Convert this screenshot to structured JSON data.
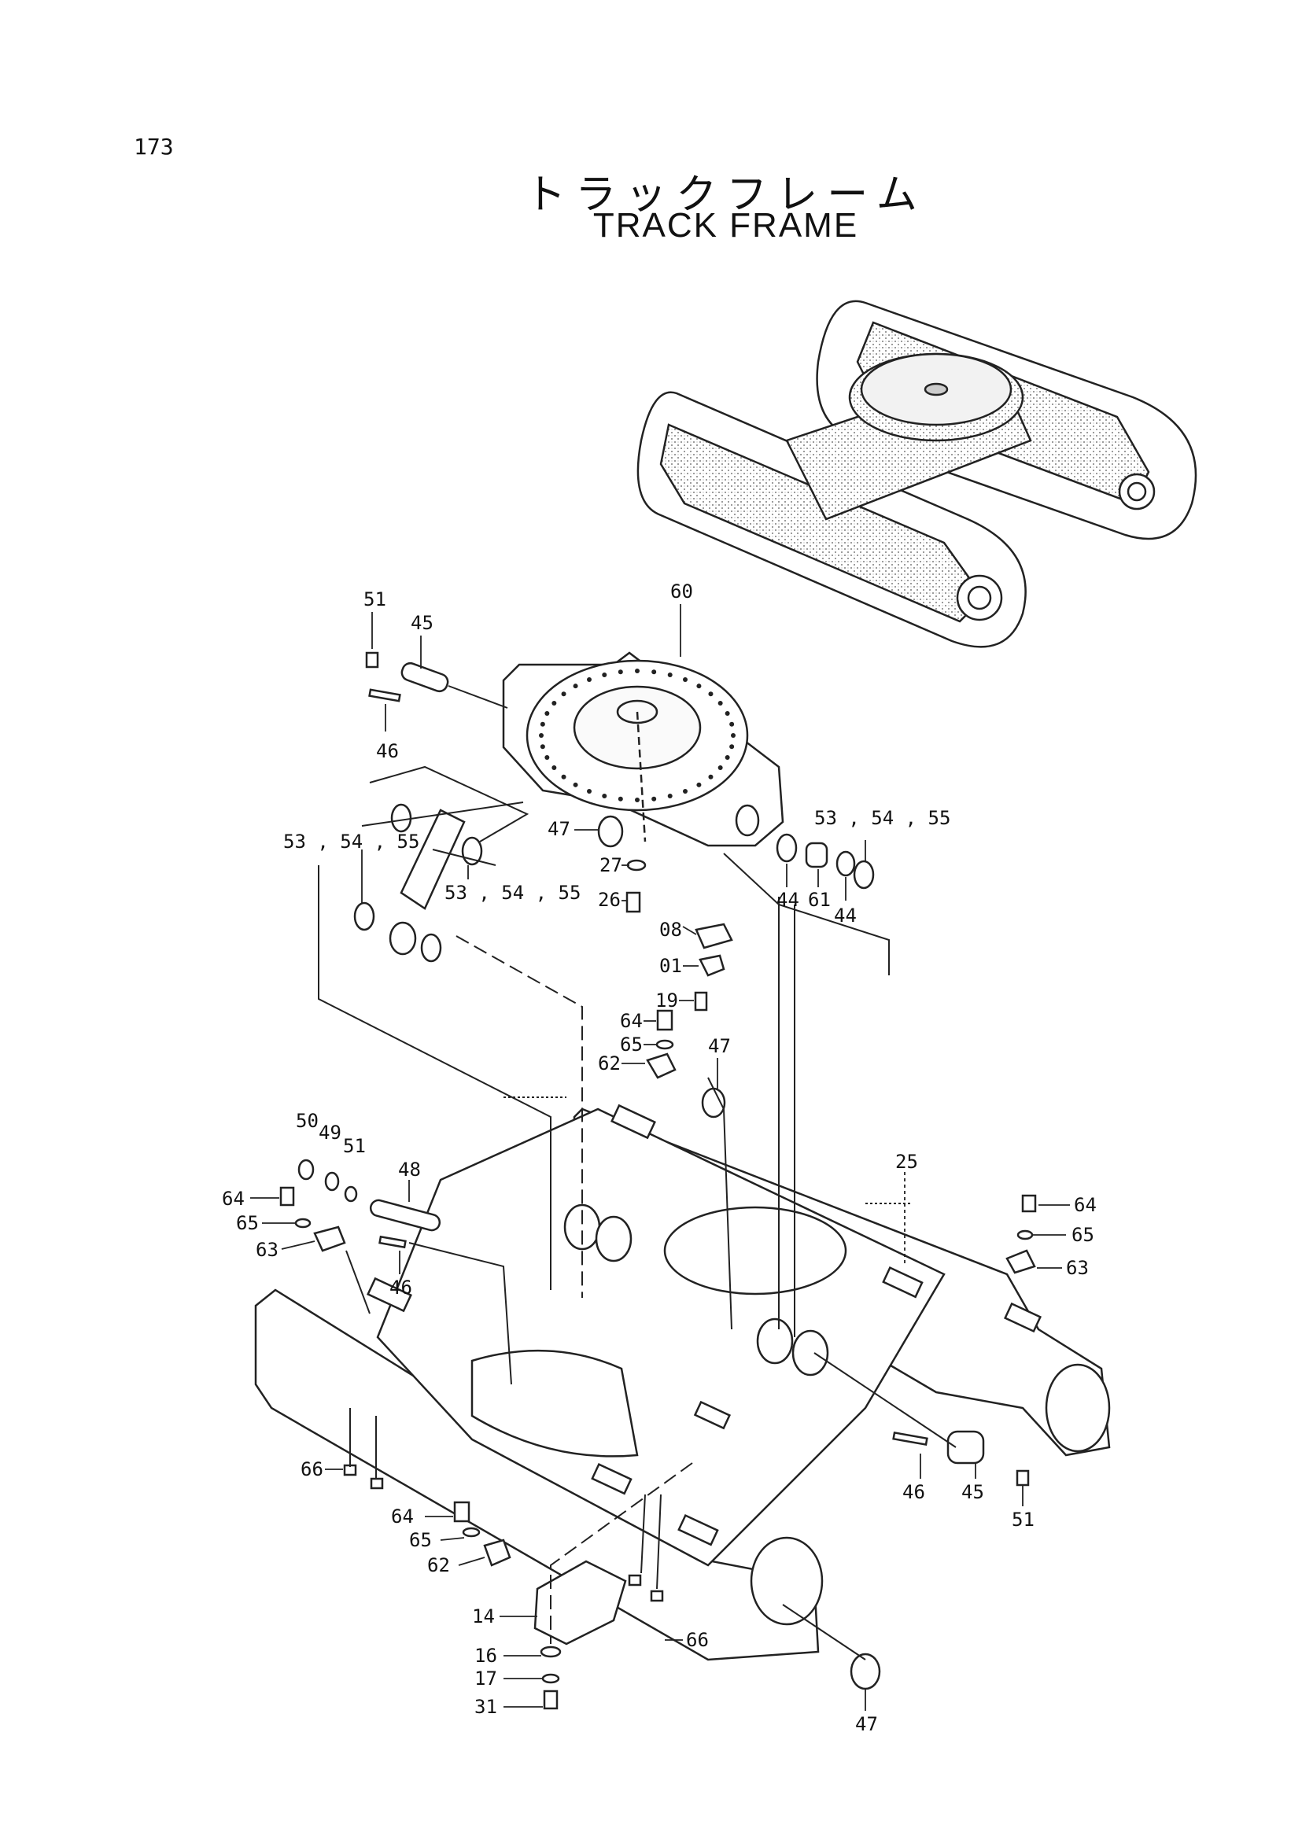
{
  "page_number": "173",
  "title_jp": "トラックフレーム",
  "title_en": "TRACK  FRAME",
  "parts": [
    {
      "id": "p51a",
      "text": "51"
    },
    {
      "id": "p45a",
      "text": "45"
    },
    {
      "id": "p60",
      "text": "60"
    },
    {
      "id": "p46a",
      "text": "46"
    },
    {
      "id": "p53a",
      "text": "53 , 54 , 55"
    },
    {
      "id": "p47a",
      "text": "47"
    },
    {
      "id": "p53b",
      "text": "53 , 54 , 55"
    },
    {
      "id": "p27",
      "text": "27"
    },
    {
      "id": "p26",
      "text": "26"
    },
    {
      "id": "p53c",
      "text": "53 , 54 , 55"
    },
    {
      "id": "p44a",
      "text": "44"
    },
    {
      "id": "p61",
      "text": "61"
    },
    {
      "id": "p44b",
      "text": "44"
    },
    {
      "id": "p08",
      "text": "08"
    },
    {
      "id": "p01",
      "text": "01"
    },
    {
      "id": "p19",
      "text": "19"
    },
    {
      "id": "p64a",
      "text": "64"
    },
    {
      "id": "p65a",
      "text": "65"
    },
    {
      "id": "p62a",
      "text": "62"
    },
    {
      "id": "p47b",
      "text": "47"
    },
    {
      "id": "p50",
      "text": "50"
    },
    {
      "id": "p49",
      "text": "49"
    },
    {
      "id": "p51b",
      "text": "51"
    },
    {
      "id": "p48",
      "text": "48"
    },
    {
      "id": "p25",
      "text": "25"
    },
    {
      "id": "p64b",
      "text": "64"
    },
    {
      "id": "p65b",
      "text": "65"
    },
    {
      "id": "p63a",
      "text": "63"
    },
    {
      "id": "p46b",
      "text": "46"
    },
    {
      "id": "p64c",
      "text": "64"
    },
    {
      "id": "p65c",
      "text": "65"
    },
    {
      "id": "p63b",
      "text": "63"
    },
    {
      "id": "p66a",
      "text": "66"
    },
    {
      "id": "p46c",
      "text": "46"
    },
    {
      "id": "p45b",
      "text": "45"
    },
    {
      "id": "p51c",
      "text": "51"
    },
    {
      "id": "p64d",
      "text": "64"
    },
    {
      "id": "p65d",
      "text": "65"
    },
    {
      "id": "p62b",
      "text": "62"
    },
    {
      "id": "p14",
      "text": "14"
    },
    {
      "id": "p66b",
      "text": "66"
    },
    {
      "id": "p16",
      "text": "16"
    },
    {
      "id": "p17",
      "text": "17"
    },
    {
      "id": "p31",
      "text": "31"
    },
    {
      "id": "p47c",
      "text": "47"
    }
  ]
}
